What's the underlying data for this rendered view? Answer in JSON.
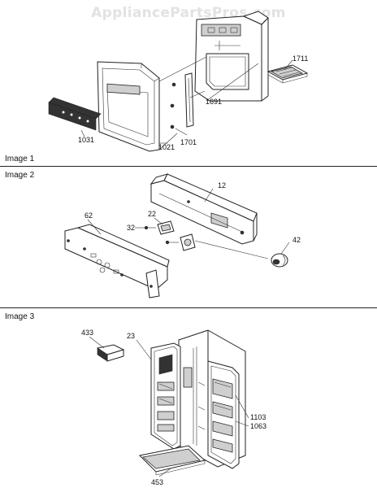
{
  "watermark": "AppliancePartsPros.com",
  "sections": [
    {
      "label": "Image 1",
      "callouts": [
        "1711",
        "1691",
        "1031",
        "1021",
        "1701"
      ]
    },
    {
      "label": "Image 2",
      "callouts": [
        "12",
        "62",
        "22",
        "32",
        "42"
      ]
    },
    {
      "label": "Image 3",
      "callouts": [
        "433",
        "23",
        "1103",
        "1063",
        "453"
      ]
    }
  ]
}
